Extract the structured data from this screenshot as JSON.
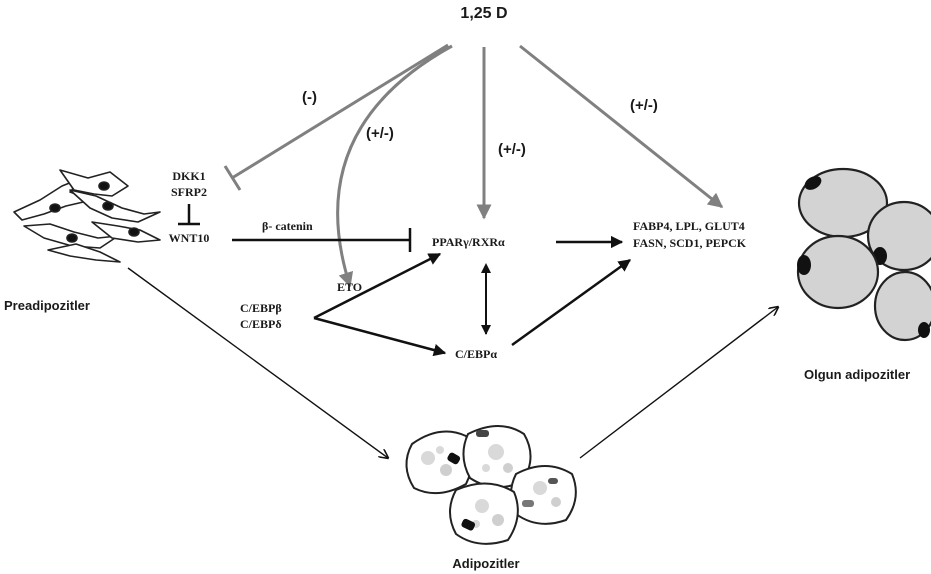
{
  "labels": {
    "vitamin_d": "1,25 D",
    "dkk1": "DKK1",
    "sfrp2": "SFRP2",
    "wnt10": "WNT10",
    "beta_catenin": "β- catenin",
    "pparg_rxra": "PPARγ/RXRα",
    "eto": "ETO",
    "cebpb": "C/EBPβ",
    "cebpd": "C/EBPδ",
    "cebpa": "C/EBPα",
    "genes_line1": "FABP4, LPL, GLUT4",
    "genes_line2": "FASN, SCD1, PEPCK",
    "effect_minus": "(-)",
    "effect_pm_eto": "(+/-)",
    "effect_pm_ppar": "(+/-)",
    "effect_pm_genes": "(+/-)",
    "stage_preadipocytes": "Preadipozitler",
    "stage_adipocytes": "Adipozitler",
    "stage_mature": "Olgun adipozitler"
  },
  "colors": {
    "gray_arrow": "#808080",
    "black_arrow": "#111111",
    "cell_fill": "#d3d3d3",
    "cell_stroke": "#222222",
    "droplet": "#f0f0f0"
  }
}
